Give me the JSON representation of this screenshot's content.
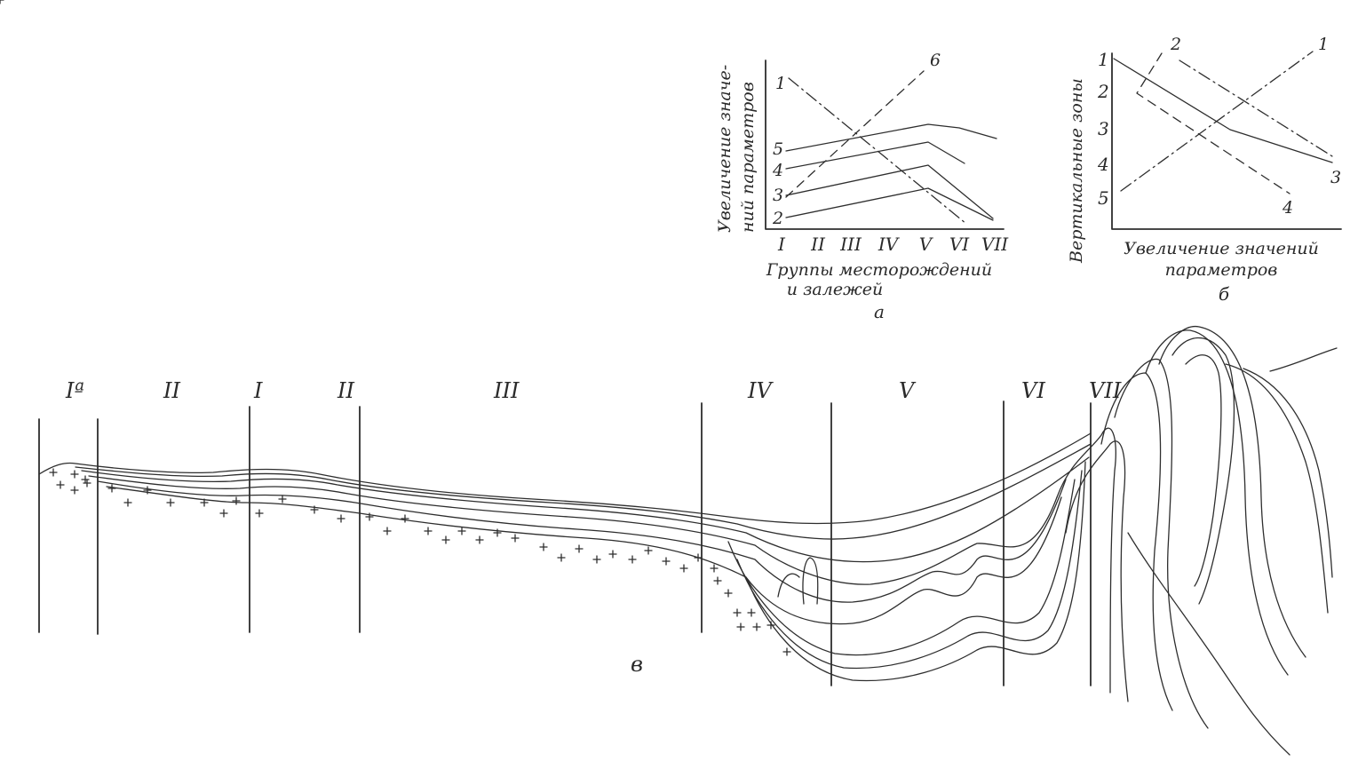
{
  "chart_a": {
    "panel_label": "а",
    "ylabel_line1": "Увеличение значе-",
    "ylabel_line2": "ний параметров",
    "xlabel_line1": "Группы месторождений",
    "xlabel_line2": "и залежей",
    "categories": [
      "I",
      "II",
      "III",
      "IV",
      "V",
      "VI",
      "VII"
    ],
    "curve_labels": [
      "1",
      "2",
      "3",
      "4",
      "5",
      "6"
    ]
  },
  "chart_b": {
    "panel_label": "б",
    "ylabel": "Вертикальные зоны",
    "xlabel_line1": "Увеличение значений",
    "xlabel_line2": "параметров",
    "zones": [
      "1",
      "2",
      "3",
      "4",
      "5"
    ],
    "curve_labels": [
      "1",
      "2",
      "3",
      "4"
    ]
  },
  "section": {
    "panel_label": "в",
    "zone_labels": [
      "Iª",
      "II",
      "I",
      "II",
      "III",
      "IV",
      "V",
      "VI",
      "VII"
    ]
  }
}
